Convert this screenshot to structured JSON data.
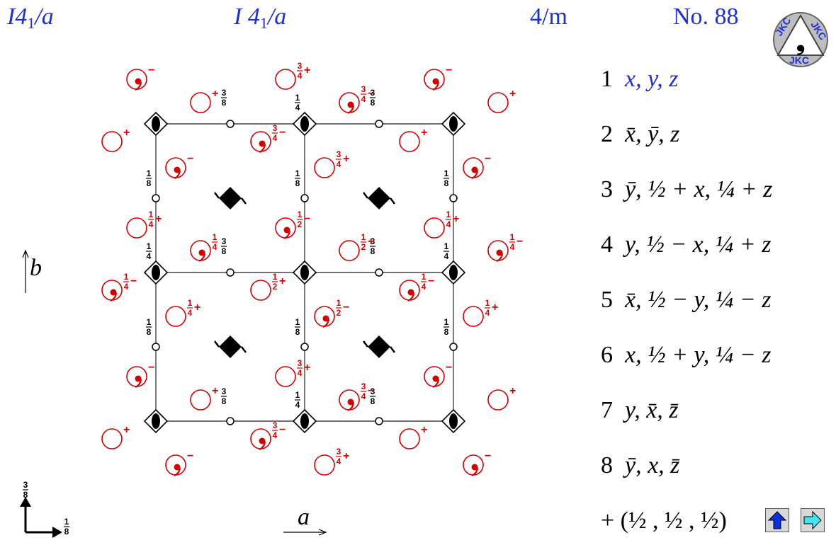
{
  "header": {
    "symbol_short": "I4",
    "symbol_short_sub": "1",
    "symbol_short_tail": "/a",
    "symbol_full": "I 4",
    "symbol_full_sub": "1",
    "symbol_full_tail": "/a",
    "point_group": "4/m",
    "number": "No. 88",
    "logo_text": "JKC"
  },
  "axes": {
    "a": "a",
    "b": "b"
  },
  "height_labels": {
    "h38": "3/8",
    "h18": "1/8",
    "h14": "1/4",
    "h34": "3/4",
    "h12": "1/2"
  },
  "positions": [
    {
      "n": "1",
      "coords": "x, y, z"
    },
    {
      "n": "2",
      "coords": "x̄, ȳ, z"
    },
    {
      "n": "3",
      "coords": "ȳ, ½ + x, ¼ + z"
    },
    {
      "n": "4",
      "coords": "y, ½ − x, ¼ + z"
    },
    {
      "n": "5",
      "coords": "x̄, ½ − y, ¼ − z"
    },
    {
      "n": "6",
      "coords": "x, ½ + y, ¼ − z"
    },
    {
      "n": "7",
      "coords": "y, x̄, z̄"
    },
    {
      "n": "8",
      "coords": "ȳ, x, z̄"
    }
  ],
  "centering": "+ (½ , ½ , ½)",
  "nav": {
    "up": "up-arrow",
    "next": "right-arrow"
  },
  "colors": {
    "header": "#1d2fd6",
    "symbols": "#d40000",
    "lines": "#000000"
  }
}
